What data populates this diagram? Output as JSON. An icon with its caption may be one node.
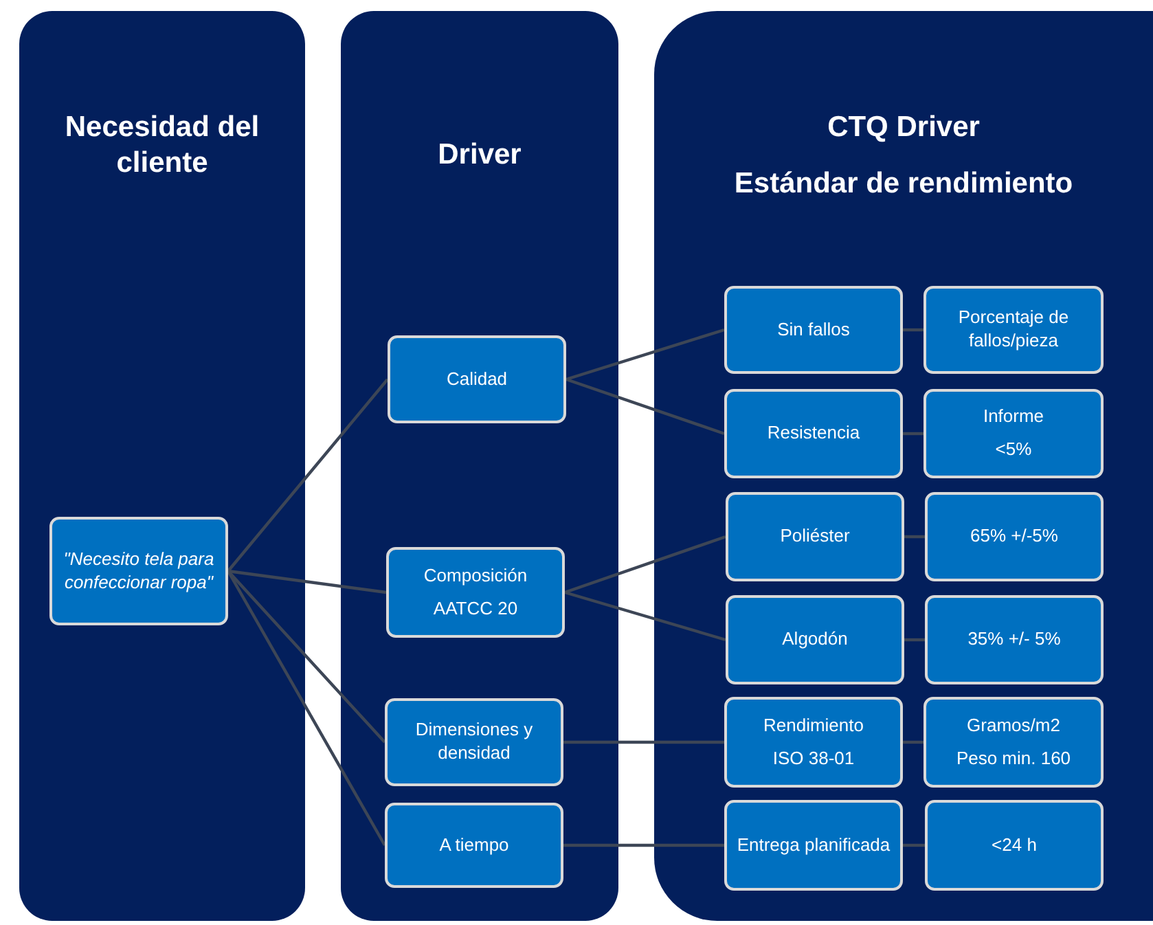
{
  "diagram": {
    "nodes": [
      {
        "text": [
          "Necesidad del cliente"
        ]
      },
      {
        "text": [
          "Driver"
        ]
      },
      {
        "text": [
          "CTQ Driver",
          "Estándar de rendimiento"
        ]
      },
      {
        "text": [
          "\"Necesito tela para confeccionar ropa\""
        ],
        "in": 0
      },
      {
        "text": [
          "Calidad"
        ],
        "in": 1
      },
      {
        "text": [
          "Composición",
          "AATCC 20"
        ],
        "in": 1
      },
      {
        "text": [
          "Dimensiones y densidad"
        ],
        "in": 1
      },
      {
        "text": [
          "A tiempo"
        ],
        "in": 1
      },
      {
        "text": [
          "Sin fallos"
        ],
        "in": 2
      },
      {
        "text": [
          "Porcentaje de fallos/pieza"
        ],
        "in": 2
      },
      {
        "text": [
          "Resistencia"
        ],
        "in": 2
      },
      {
        "text": [
          "Informe",
          "<5%"
        ],
        "in": 2
      },
      {
        "text": [
          "Poliéster"
        ],
        "in": 2
      },
      {
        "text": [
          "65% +/-5%"
        ],
        "in": 2
      },
      {
        "text": [
          "Algodón"
        ],
        "in": 2
      },
      {
        "text": [
          "35% +/- 5%"
        ],
        "in": 2
      },
      {
        "text": [
          "Rendimiento",
          "ISO 38-01"
        ],
        "in": 2
      },
      {
        "text": [
          "Gramos/m2",
          "Peso min. 160"
        ],
        "in": 2
      },
      {
        "text": [
          "Entrega planificada"
        ],
        "in": 2
      },
      {
        "text": [
          "<24 h"
        ],
        "in": 2
      }
    ],
    "edges": [
      {
        "from": 3,
        "to": 4,
        "arrow": "none"
      },
      {
        "from": 3,
        "to": 5,
        "arrow": "none"
      },
      {
        "from": 3,
        "to": 6,
        "arrow": "none"
      },
      {
        "from": 3,
        "to": 7,
        "arrow": "none"
      },
      {
        "from": 4,
        "to": 8,
        "arrow": "none"
      },
      {
        "from": 4,
        "to": 10,
        "arrow": "none"
      },
      {
        "from": 5,
        "to": 12,
        "arrow": "none"
      },
      {
        "from": 5,
        "to": 14,
        "arrow": "none"
      },
      {
        "from": 6,
        "to": 16,
        "arrow": "none"
      },
      {
        "from": 7,
        "to": 18,
        "arrow": "none"
      },
      {
        "from": 8,
        "to": 9,
        "arrow": "none"
      },
      {
        "from": 10,
        "to": 11,
        "arrow": "none"
      },
      {
        "from": 12,
        "to": 13,
        "arrow": "none"
      },
      {
        "from": 14,
        "to": 15,
        "arrow": "none"
      },
      {
        "from": 16,
        "to": 17,
        "arrow": "none"
      },
      {
        "from": 18,
        "to": 19,
        "arrow": "none"
      }
    ]
  }
}
